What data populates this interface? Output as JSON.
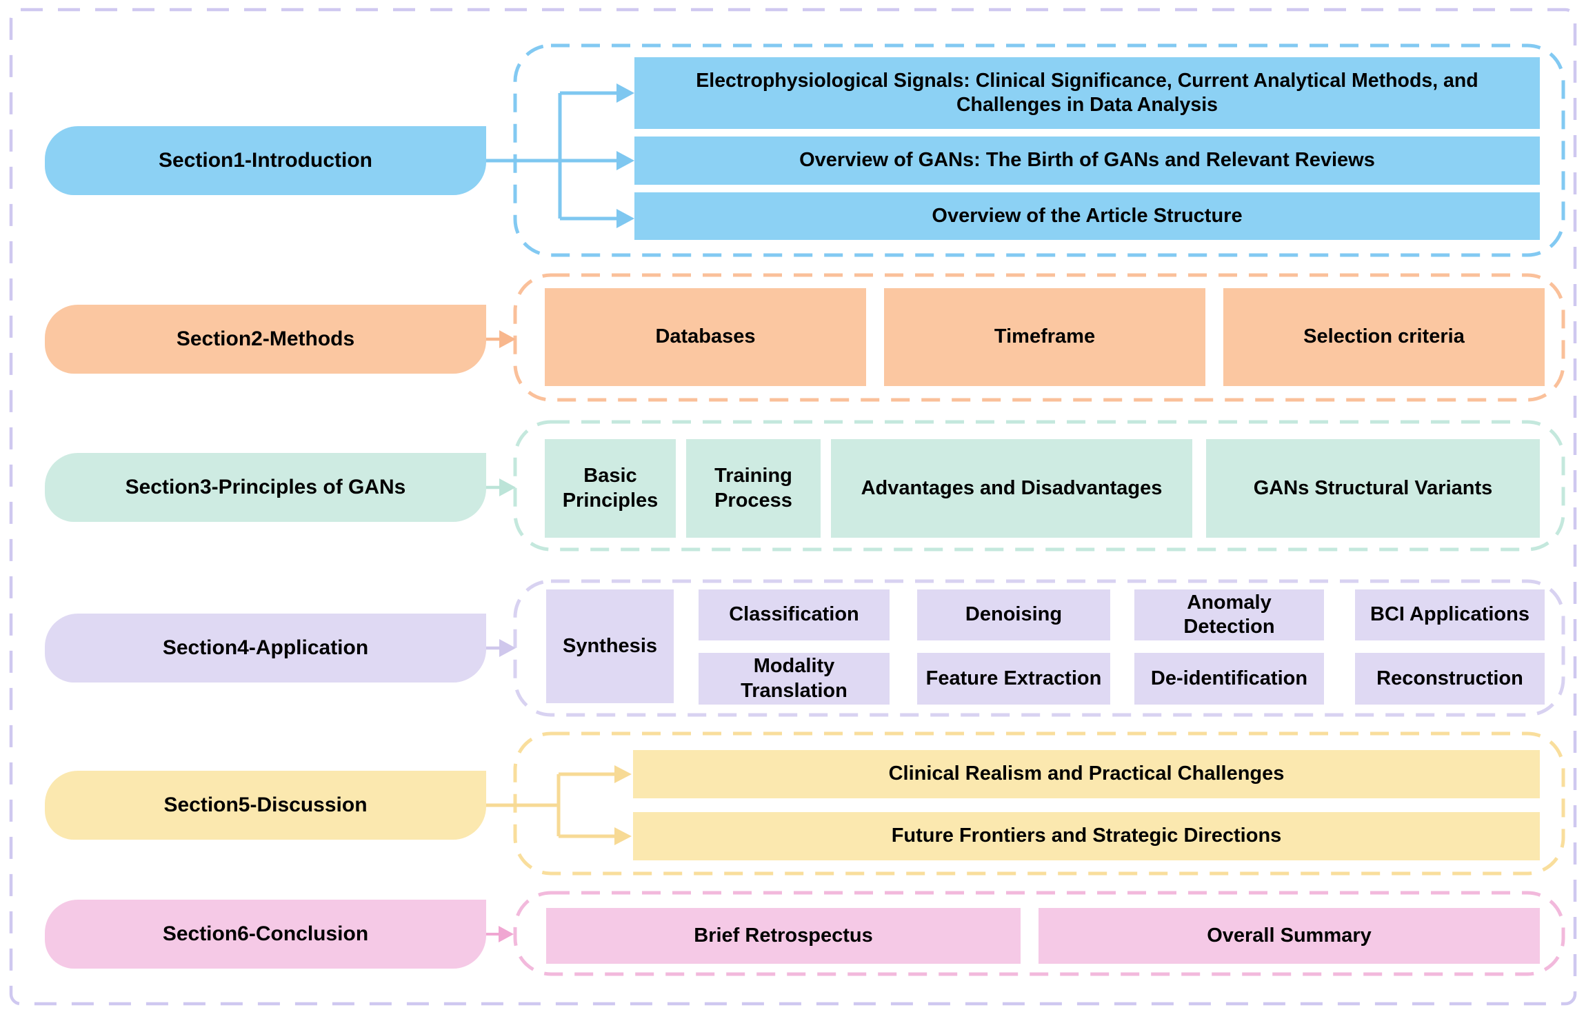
{
  "figure": {
    "title": "Article structure overview diagram",
    "type": "flow-diagram"
  },
  "palette": {
    "outer_border": "#CFC8F0",
    "text": "#000000",
    "background": "#FFFFFF",
    "section1": {
      "fill": "#8CD1F4",
      "dashed_border": "#82C9F2",
      "connector": "#7EC7F0"
    },
    "section2": {
      "fill": "#FBC7A1",
      "dashed_border": "#FAC09A",
      "connector": "#F8B78D"
    },
    "section3": {
      "fill": "#CEEBE2",
      "dashed_border": "#C4E8DD",
      "connector": "#BCE4D8"
    },
    "section4": {
      "fill": "#DFD9F3",
      "dashed_border": "#D8D2F1",
      "connector": "#CFC7EC"
    },
    "section5": {
      "fill": "#FBE8AF",
      "dashed_border": "#F9DE9C",
      "connector": "#F7DA95"
    },
    "section6": {
      "fill": "#F5C9E6",
      "dashed_border": "#F2B9DC",
      "connector": "#F0A6D2"
    }
  },
  "sections": [
    {
      "label": "Section1-Introduction",
      "children": [
        "Electrophysiological Signals: Clinical Significance, Current Analytical Methods, and Challenges in Data Analysis",
        "Overview of GANs: The Birth of GANs and Relevant Reviews",
        "Overview of the Article Structure"
      ]
    },
    {
      "label": "Section2-Methods",
      "children": [
        "Databases",
        "Timeframe",
        "Selection criteria"
      ]
    },
    {
      "label": "Section3-Principles of GANs",
      "children": [
        "Basic Principles",
        "Training Process",
        "Advantages and Disadvantages",
        "GANs Structural Variants"
      ]
    },
    {
      "label": "Section4-Application",
      "children": [
        "Synthesis",
        "Classification",
        "Denoising",
        "Anomaly Detection",
        "BCI Applications",
        "Modality Translation",
        "Feature Extraction",
        "De-identification",
        "Reconstruction"
      ]
    },
    {
      "label": "Section5-Discussion",
      "children": [
        "Clinical Realism and Practical Challenges",
        "Future Frontiers and Strategic Directions"
      ]
    },
    {
      "label": "Section6-Conclusion",
      "children": [
        "Brief Retrospectus",
        "Overall Summary"
      ]
    }
  ]
}
